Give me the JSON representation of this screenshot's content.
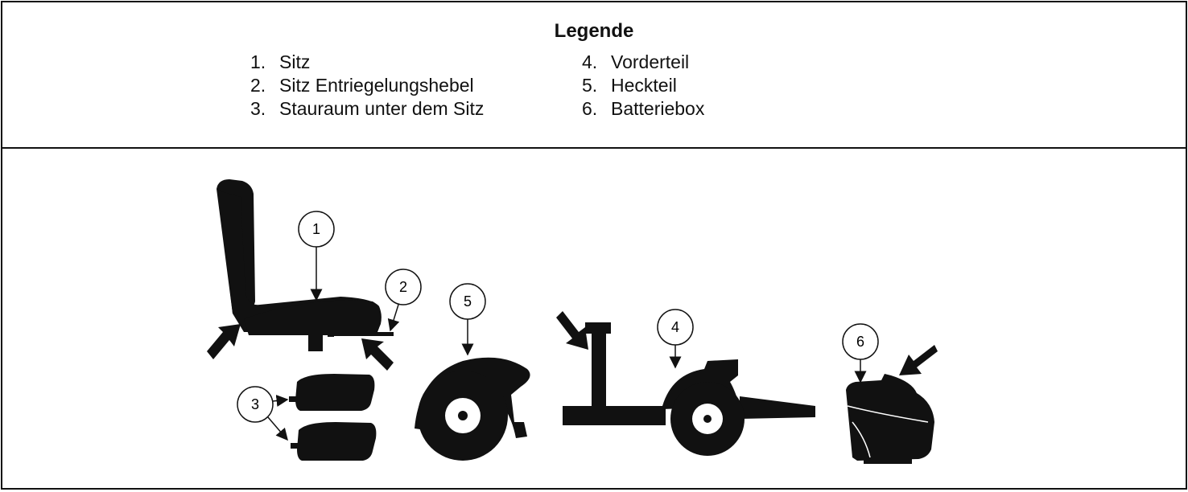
{
  "legend": {
    "title": "Legende",
    "items": [
      {
        "num": "1.",
        "label": "Sitz"
      },
      {
        "num": "2.",
        "label": "Sitz Entriegelungshebel"
      },
      {
        "num": "3.",
        "label": "Stauraum unter dem Sitz"
      },
      {
        "num": "4.",
        "label": "Vorderteil"
      },
      {
        "num": "5.",
        "label": "Heckteil"
      },
      {
        "num": "6.",
        "label": "Batteriebox"
      }
    ]
  },
  "callouts": {
    "c1": "1",
    "c2": "2",
    "c3": "3",
    "c4": "4",
    "c5": "5",
    "c6": "6"
  }
}
